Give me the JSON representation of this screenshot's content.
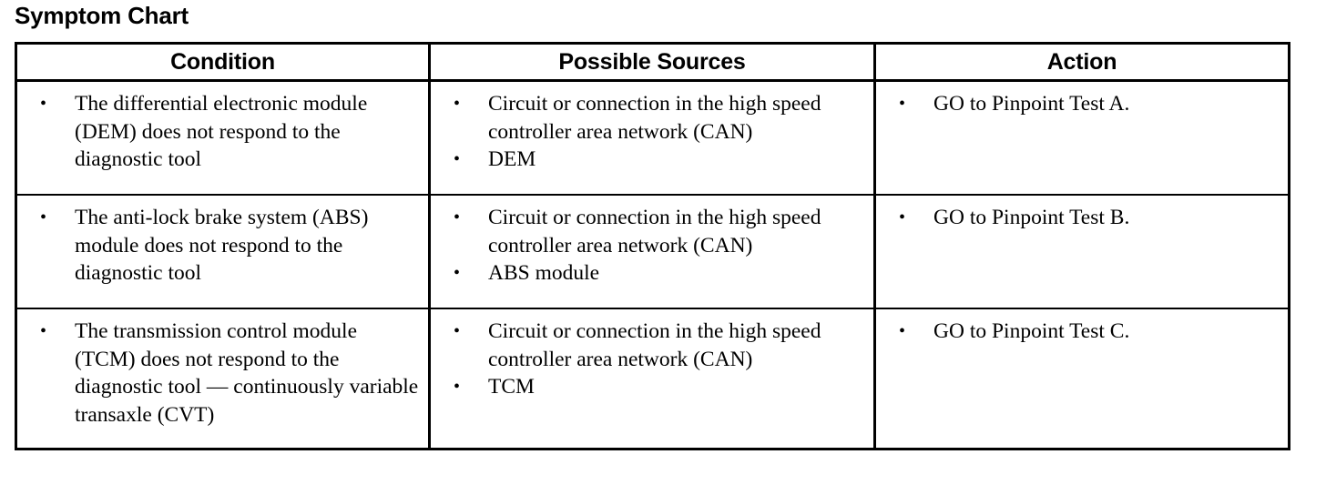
{
  "page": {
    "title": "Symptom Chart",
    "bullet_glyph": "•",
    "border_color": "#000000",
    "background_color": "#ffffff",
    "text_color": "#000000"
  },
  "table": {
    "headers": [
      {
        "id": "condition",
        "label": "Condition"
      },
      {
        "id": "possible_sources",
        "label": "Possible Sources"
      },
      {
        "id": "action",
        "label": "Action"
      }
    ],
    "rows": [
      {
        "condition": [
          "The differential electronic module (DEM) does not respond to the diagnostic tool"
        ],
        "possible_sources": [
          "Circuit or connection in the high speed controller area network (CAN)",
          "DEM"
        ],
        "action": [
          "GO to Pinpoint Test A."
        ]
      },
      {
        "condition": [
          "The anti-lock brake system (ABS) module does not respond to the diagnostic tool"
        ],
        "possible_sources": [
          "Circuit or connection in the high speed controller area network (CAN)",
          "ABS module"
        ],
        "action": [
          "GO to Pinpoint Test B."
        ]
      },
      {
        "condition": [
          "The transmission control module (TCM) does not respond to the diagnostic tool — continuously variable transaxle (CVT)"
        ],
        "possible_sources": [
          "Circuit or connection in the high speed controller area network (CAN)",
          "TCM"
        ],
        "action": [
          "GO to Pinpoint Test C."
        ]
      }
    ]
  }
}
